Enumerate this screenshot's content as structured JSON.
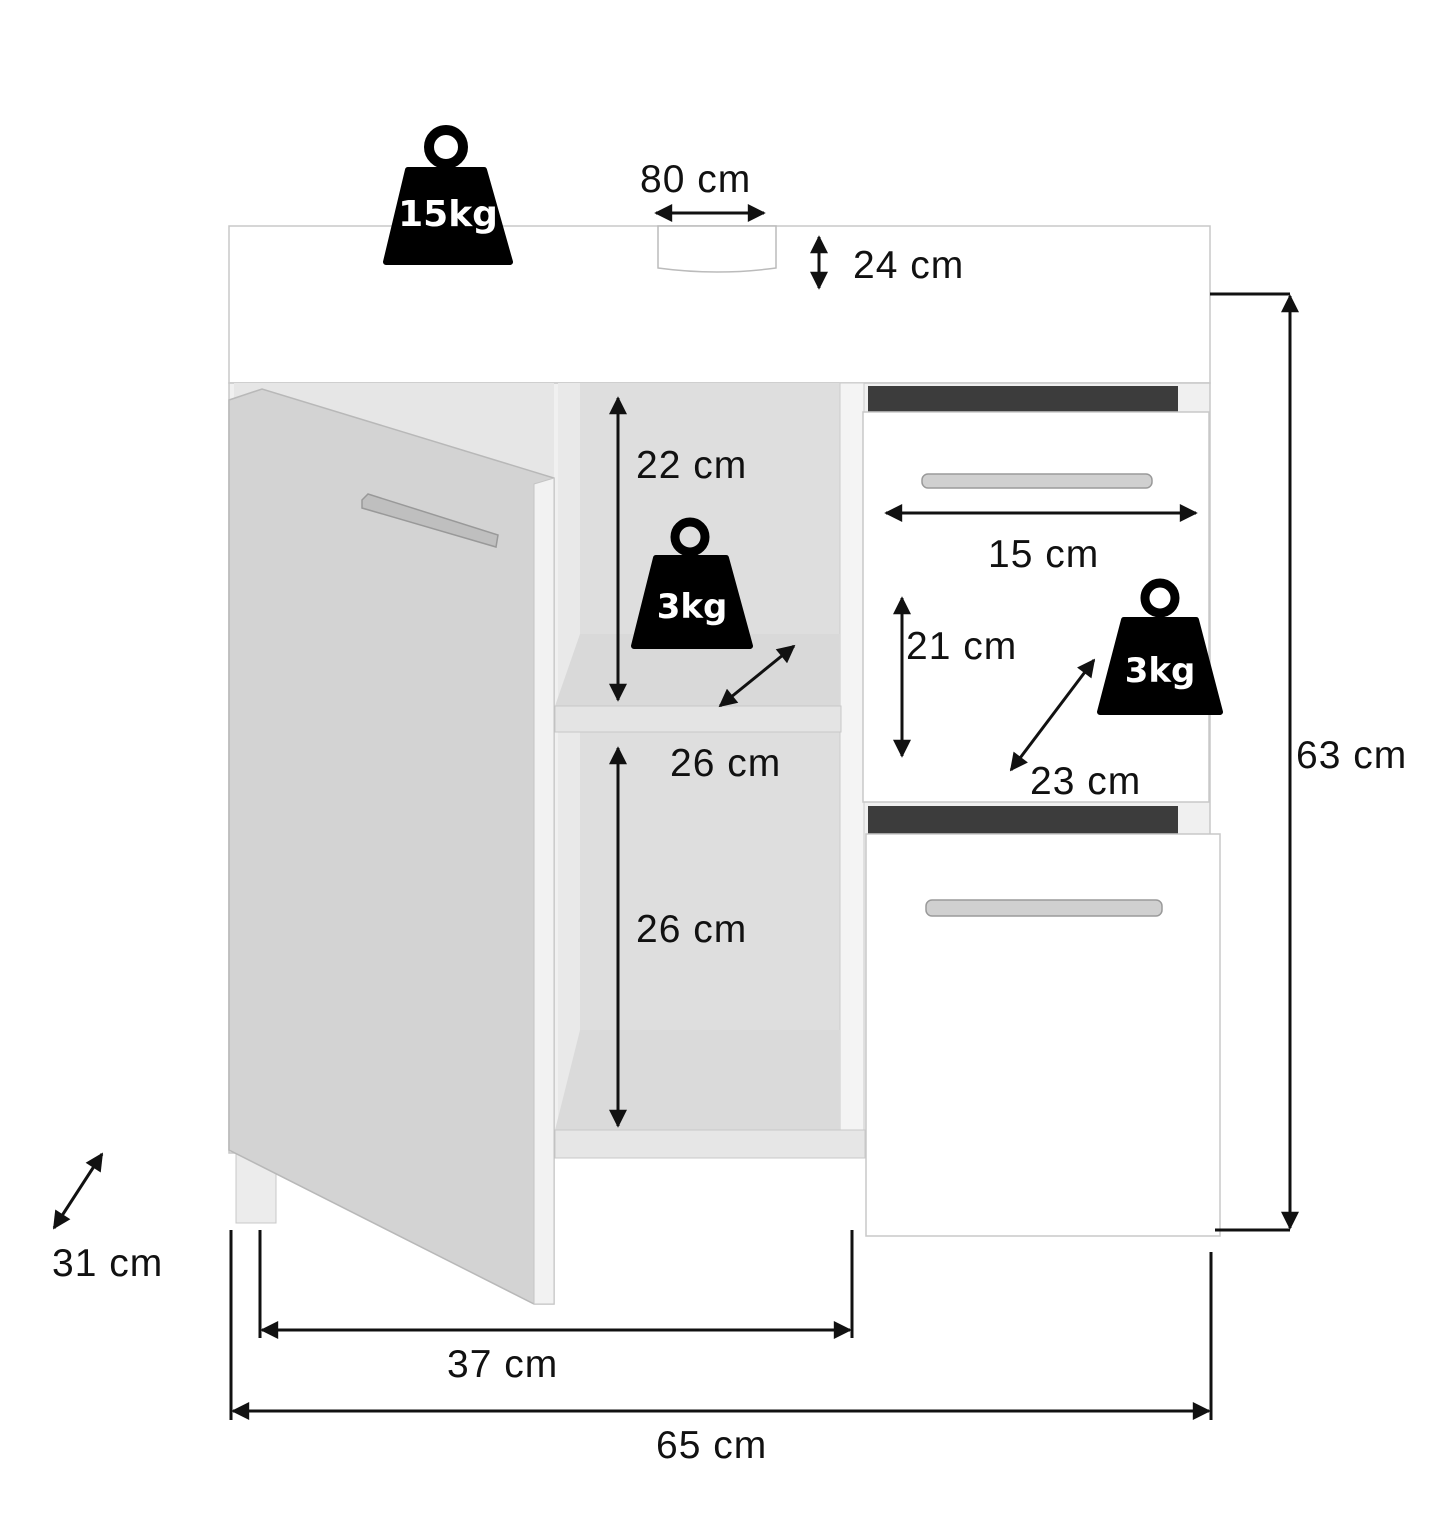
{
  "dimensions": {
    "top_width": "80 cm",
    "top_height": "24 cm",
    "shelf_upper_height": "22 cm",
    "drawer_width": "15 cm",
    "drawer_height": "21 cm",
    "shelf_depth": "26 cm",
    "drawer_depth": "23 cm",
    "shelf_lower_height": "26 cm",
    "total_height": "63 cm",
    "total_depth": "31 cm",
    "inner_width": "37 cm",
    "total_width": "65 cm"
  },
  "weights": {
    "top": "15kg",
    "shelf": "3kg",
    "drawer": "3kg"
  },
  "colors": {
    "cabinet_white": "#ffffff",
    "door_grey": "#d3d3d3",
    "interior_grey": "#dcdcdc",
    "line": "#111111",
    "weight_icon": "#000000"
  }
}
